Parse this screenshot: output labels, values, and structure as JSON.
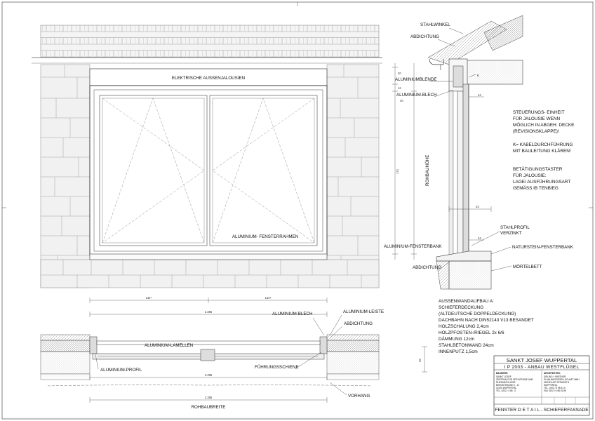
{
  "labels": {
    "elektrische_aussenjalousien": "ELEKTRISCHE AUSSENJALOUSIEN",
    "aluminium_fensterrahmen": "ALUMINIUM- FENSTERRAHMEN",
    "stahlwinkel": "STAHLWINKEL",
    "abdichtung_top": "ABDICHTUNG",
    "aluminiumblende": "ALUMINIUMBLENDE",
    "aluminium_blech_sec": "ALUMINIUM-BLECH",
    "rohbauhoehe": "ROHBAUHÖHE",
    "stahlprofil": "STAHLPROFIL",
    "verzinkt": "VERZINKT",
    "aluminium_fensterbank": "ALUMINIUM-FENSTERBANK",
    "naturstein_fensterbank": "NATURSTEIN-FENSTERBANK",
    "abdichtung_bottom": "ABDICHTUNG",
    "moertelbett": "MÖRTELBETT",
    "aluminium_blech_plan": "ALUMINIUM-BLECH",
    "aluminium_leiste": "ALUMINIUM-LEISTE",
    "abdichtung_plan": "ABDICHTUNG",
    "aluminium_lamellen": "ALUMINIUM-LAMELLEN",
    "aluminium_profil": "ALUMINIUM-PROFIL",
    "fuehrungsschiene": "FÜHRUNGSSCHIENE",
    "vorhang": "VORHANG",
    "rohbaubreite": "ROHBAUBREITE",
    "k_mark": "K"
  },
  "notes": {
    "steuerung": [
      "STEUERUNGS- EINHEIT",
      "FÜR JALOUSIE WENN",
      "MÖGLICH IN ABGEH. DECKE",
      "(REVISIONSKLAPPE)!"
    ],
    "kabel": [
      "K= KABELDURCHFÜHRUNG",
      "MIT BAULEITUNG KLÄREN!"
    ],
    "taster": [
      "BETÄTIGUNGSTASTER",
      "FÜR JALOUSIE:",
      "LAGE/ AUSFÜHRUNGSART",
      "GEMÄSS IB TENBIEG"
    ],
    "aufbau": [
      "AUSSENWANDAUFBAU A:",
      "SCHIEFERDECKUNG",
      "(ALTDEUTSCHE DOPPELDECKUNG)",
      "DACHBAHN NACH DIN52143 V13 BESANDET",
      "HOLZSCHALUNG 2,4cm",
      "HOLZPFOSTEN-/RIEGEL 2x 6/6",
      "DÄMMUNG 12cm",
      "STAHLBETONWAND 24cm",
      "INNENPUTZ 1,5cm"
    ]
  },
  "dimensions": {
    "elev_left": "134⁵",
    "elev_right": "134⁵",
    "elev_total": "2.385",
    "plan_total": "2.385",
    "rohbau_total": "2.385",
    "sec_20": "20",
    "sec_12": "12",
    "sec_24": "24",
    "sec_174": "174",
    "sec_43": "43",
    "sec_24b": "24",
    "sec_45": "45",
    "sec_30": "30"
  },
  "title_block": {
    "project": "SANKT JOSEF WUPPERTAL",
    "subtitle": "I P 2003 - ANBAU WESTFLÜGEL",
    "left_heading": "BAUHERR:",
    "left_lines": [
      "SANKT JOSEF",
      "ZENTRUM FÜR ORTHOPÄDIE UND",
      "RHEUMATOLOGIE",
      "BERGSTRASSE 6 - 12",
      "42105 WUPPERTAL",
      "TEL. 0202 / 4 85 - 0"
    ],
    "right_heading": "ARCHITEKTEN:",
    "right_lines": [
      "SIELING + PARTNER",
      "PLANUNGSGESELLSCHAFT MBH",
      "HEIDELLER STRASSE 8",
      "WUPPERTAL",
      "TEL. 0202 / 6 98 51-0",
      "FAX 0202 / 6 98 51-99"
    ],
    "drawing_title": "FENSTER D E T A I L -  SCHIEFERFASSADE"
  }
}
